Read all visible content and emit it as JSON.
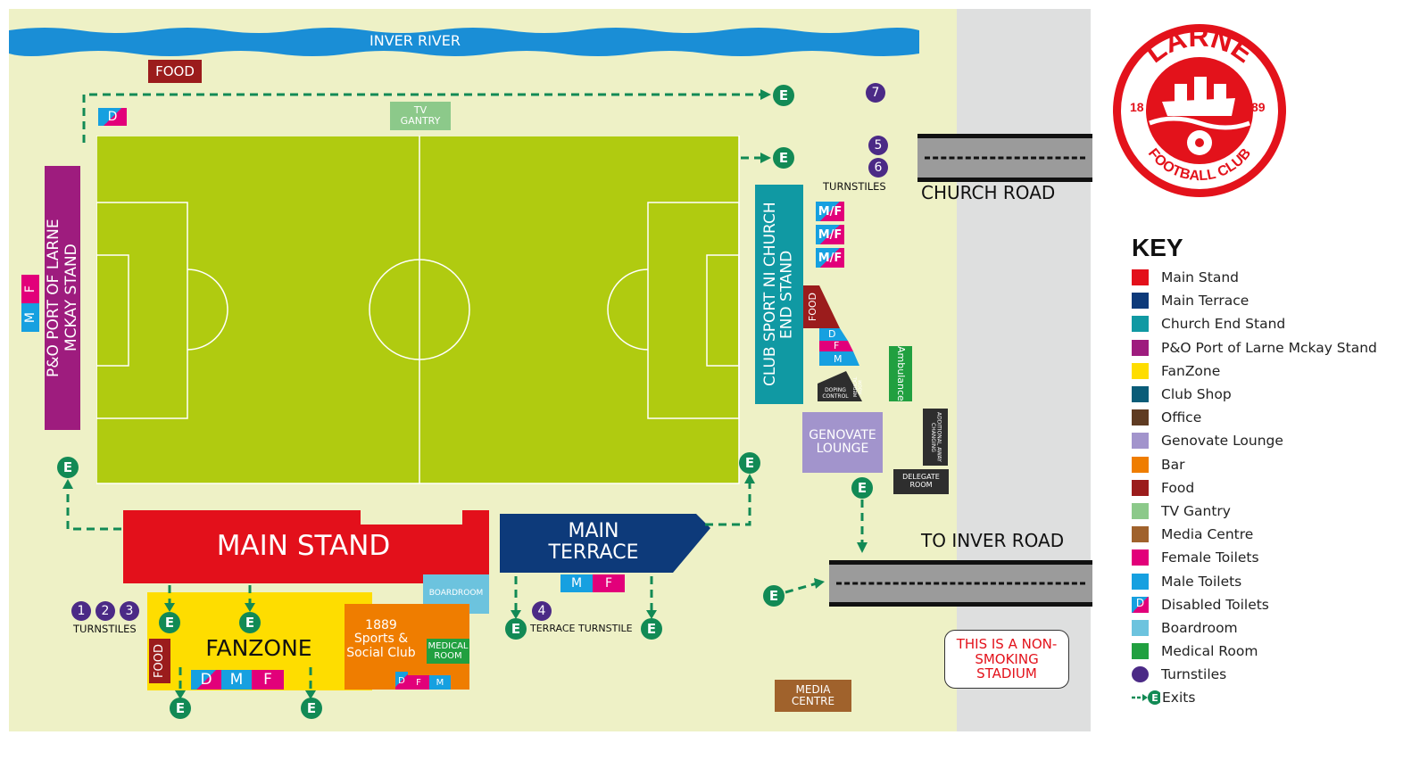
{
  "map": {
    "river": "INVER RIVER",
    "food": "FOOD",
    "tv_gantry": "TV GANTRY",
    "disabled": "D",
    "male": "M",
    "female": "F",
    "mf": "M/F",
    "po_stand": "P&O PORT OF LARNE MCKAY STAND",
    "church_end_stand": "CLUB SPORT NI CHURCH END STAND",
    "doping_control": "DOPING CONTROL",
    "medical_room_small": "MEDICAL ROOM",
    "ambulance": "Ambulance",
    "genovate_lounge": "GENOVATE LOUNGE",
    "additional_away_changing": "ADDITIONAL AWAY CHANGING",
    "delegate_room": "DELEGATE ROOM",
    "main_stand": "MAIN STAND",
    "main_terrace": "MAIN TERRACE",
    "boardroom": "BOARDROOM",
    "fanzone": "FANZONE",
    "social_club": "1889 Sports & Social Club",
    "medical_room": "MEDICAL ROOM",
    "turnstiles": "TURNSTILES",
    "terrace_turnstile": "TERRACE TURNSTILE",
    "turnstile_numbers": [
      "1",
      "2",
      "3",
      "4",
      "5",
      "6",
      "7"
    ],
    "exit": "E",
    "church_road": "CHURCH ROAD",
    "inver_road": "TO INVER ROAD",
    "non_smoking": "THIS IS A NON-SMOKING STADIUM",
    "media_centre": "MEDIA CENTRE"
  },
  "logo": {
    "name": "LARNE",
    "left_year": "18",
    "right_year": "89",
    "bottom": "FOOTBALL CLUB",
    "color": "#e3121b"
  },
  "key": {
    "title": "KEY",
    "items": [
      {
        "label": "Main Stand",
        "color": "#e3101b"
      },
      {
        "label": "Main Terrace",
        "color": "#0d3a7a"
      },
      {
        "label": "Church End Stand",
        "color": "#1099a3"
      },
      {
        "label": "P&O Port of Larne Mckay Stand",
        "color": "#9e1c7e"
      },
      {
        "label": "FanZone",
        "color": "#fedd00"
      },
      {
        "label": "Club Shop",
        "color": "#0a5c78"
      },
      {
        "label": "Office",
        "color": "#5f3b22"
      },
      {
        "label": "Genovate Lounge",
        "color": "#a294cc"
      },
      {
        "label": "Bar",
        "color": "#ef7d00"
      },
      {
        "label": "Food",
        "color": "#9b1c1c"
      },
      {
        "label": "TV Gantry",
        "color": "#8cc98a"
      },
      {
        "label": "Media Centre",
        "color": "#a0622c"
      },
      {
        "label": "Female Toilets",
        "color": "#e2007a"
      },
      {
        "label": "Male Toilets",
        "color": "#16a0e0"
      },
      {
        "label": "Disabled Toilets",
        "color": "disabled",
        "icon": "D"
      },
      {
        "label": "Boardroom",
        "color": "#6cc3de"
      },
      {
        "label": "Medical Room",
        "color": "#21a040"
      },
      {
        "label": "Turnstiles",
        "color": "#4b2a86"
      },
      {
        "label": "Exits",
        "color": "#128a55",
        "icon": "E"
      }
    ]
  }
}
